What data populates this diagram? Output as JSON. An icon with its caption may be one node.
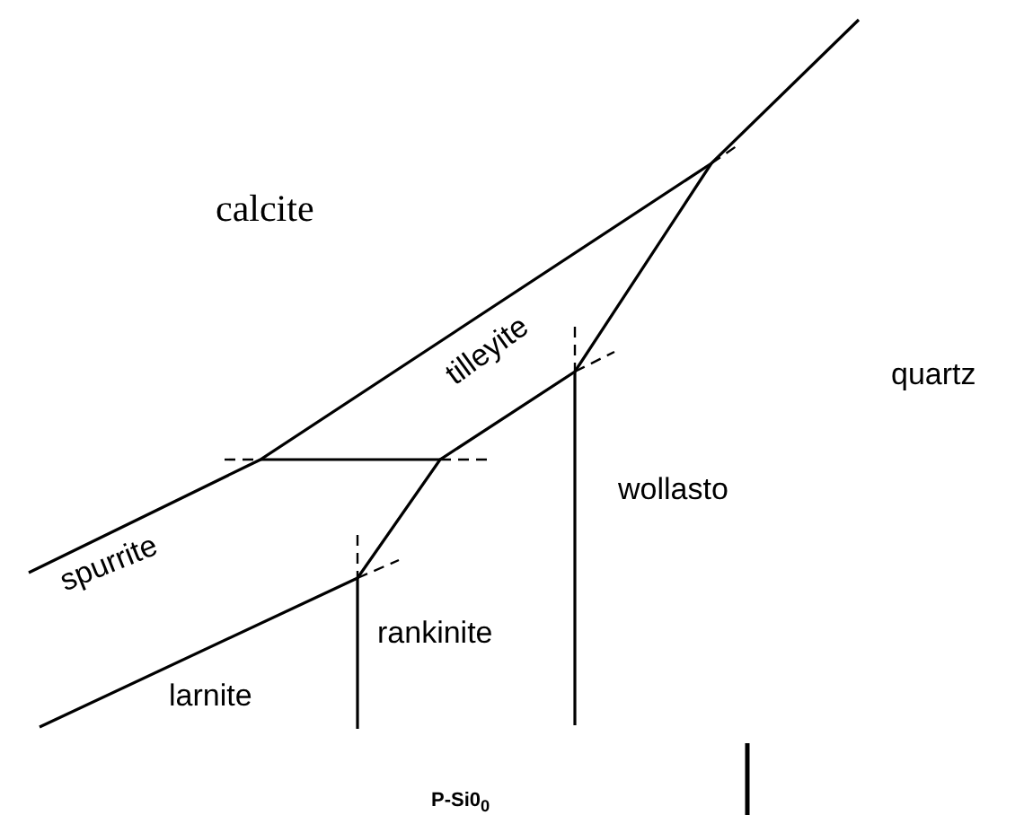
{
  "diagram": {
    "labels": [
      "calcite",
      "tilleyite",
      "quartz",
      "wollasto",
      "spurrite",
      "rankinite",
      "larnite",
      "P-Si0$_{0}$"
    ]
  }
}
